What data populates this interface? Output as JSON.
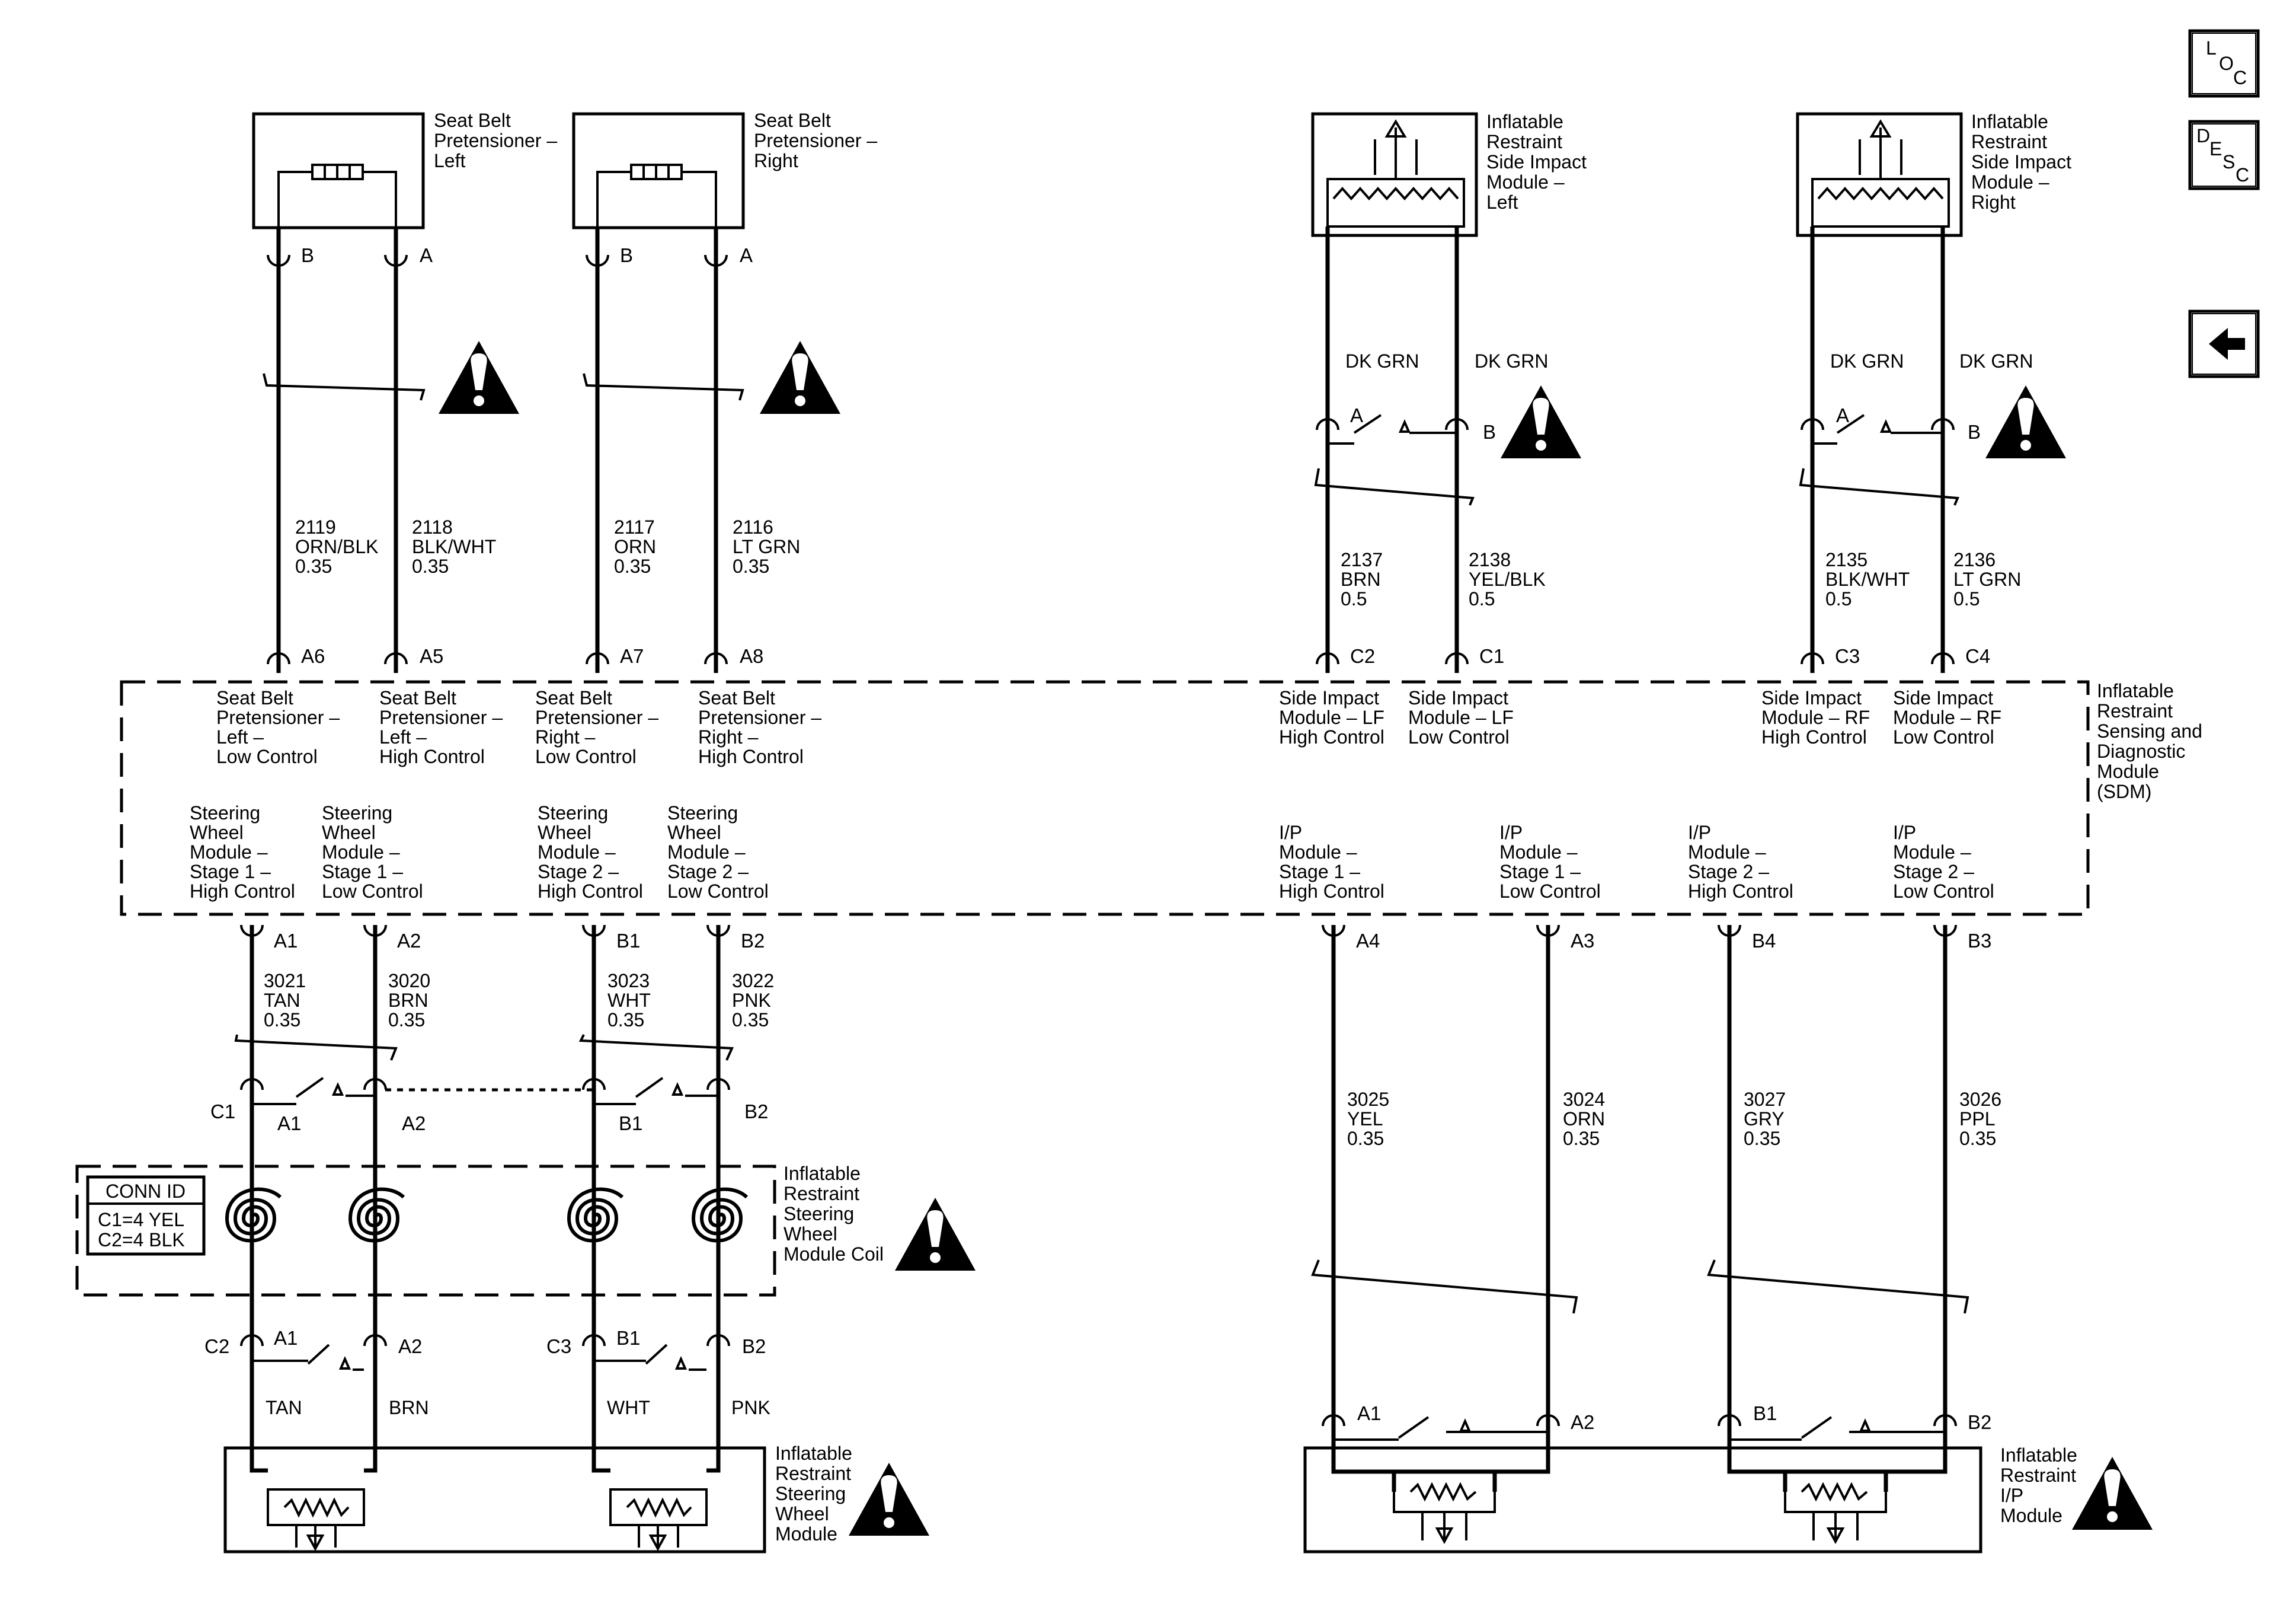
{
  "nav": {
    "loc": [
      "L",
      "O",
      "C"
    ],
    "desc": [
      "D",
      "E",
      "S",
      "C"
    ],
    "back_icon": "arrow-left-icon"
  },
  "components": {
    "pret_left": [
      "Seat Belt",
      "Pretensioner –",
      "Left"
    ],
    "pret_right": [
      "Seat Belt",
      "Pretensioner –",
      "Right"
    ],
    "side_left": [
      "Inflatable",
      "Restraint",
      "Side Impact",
      "Module –",
      "Left"
    ],
    "side_right": [
      "Inflatable",
      "Restraint",
      "Side Impact",
      "Module –",
      "Right"
    ],
    "sdm": [
      "Inflatable",
      "Restraint",
      "Sensing and",
      "Diagnostic",
      "Module",
      "(SDM)"
    ],
    "coil": [
      "Inflatable",
      "Restraint",
      "Steering",
      "Wheel",
      "Module Coil"
    ],
    "sw_module": [
      "Inflatable",
      "Restraint",
      "Steering",
      "Wheel",
      "Module"
    ],
    "ip_module": [
      "Inflatable",
      "Restraint",
      "I/P",
      "Module"
    ]
  },
  "conn_id": {
    "title": "CONN ID",
    "lines": [
      "C1=4 YEL",
      "C2=4 BLK"
    ]
  },
  "pins": {
    "pret_l_b": "B",
    "pret_l_a": "A",
    "pret_r_b": "B",
    "pret_r_a": "A",
    "sl_a": "A",
    "sl_b": "B",
    "sr_a": "A",
    "sr_b": "B",
    "a6": "A6",
    "a5": "A5",
    "a7": "A7",
    "a8": "A8",
    "c2_top": "C2",
    "c1_top": "C1",
    "c3_top": "C3",
    "c4_top": "C4",
    "a1": "A1",
    "a2": "A2",
    "b1": "B1",
    "b2": "B2",
    "a4": "A4",
    "a3": "A3",
    "b4": "B4",
    "b3": "B3",
    "c1_conn": "C1",
    "c1_a1": "A1",
    "c1_a2": "A2",
    "c1_b1": "B1",
    "c1_b2": "B2",
    "c2_conn": "C2",
    "c2_a1": "A1",
    "c2_a2": "A2",
    "c3_conn": "C3",
    "c3_b1": "B1",
    "c3_b2": "B2",
    "ip_a1": "A1",
    "ip_a2": "A2",
    "ip_b1": "B1",
    "ip_b2": "B2"
  },
  "wires": {
    "w2119": [
      "2119",
      "ORN/BLK",
      "0.35"
    ],
    "w2118": [
      "2118",
      "BLK/WHT",
      "0.35"
    ],
    "w2117": [
      "2117",
      "ORN",
      "0.35"
    ],
    "w2116": [
      "2116",
      "LT GRN",
      "0.35"
    ],
    "w2137": [
      "2137",
      "BRN",
      "0.5"
    ],
    "w2138": [
      "2138",
      "YEL/BLK",
      "0.5"
    ],
    "w2135": [
      "2135",
      "BLK/WHT",
      "0.5"
    ],
    "w2136": [
      "2136",
      "LT GRN",
      "0.5"
    ],
    "w3021": [
      "3021",
      "TAN",
      "0.35"
    ],
    "w3020": [
      "3020",
      "BRN",
      "0.35"
    ],
    "w3023": [
      "3023",
      "WHT",
      "0.35"
    ],
    "w3022": [
      "3022",
      "PNK",
      "0.35"
    ],
    "w3025": [
      "3025",
      "YEL",
      "0.35"
    ],
    "w3024": [
      "3024",
      "ORN",
      "0.35"
    ],
    "w3027": [
      "3027",
      "GRY",
      "0.35"
    ],
    "w3026": [
      "3026",
      "PPL",
      "0.35"
    ]
  },
  "colors": {
    "dkgrn_1": "DK GRN",
    "dkgrn_2": "DK GRN",
    "dkgrn_3": "DK GRN",
    "dkgrn_4": "DK GRN",
    "tan": "TAN",
    "brn": "BRN",
    "wht": "WHT",
    "pnk": "PNK"
  },
  "sdm_circuits": {
    "sb_l_low": [
      "Seat Belt",
      "Pretensioner –",
      "Left –",
      "Low Control"
    ],
    "sb_l_high": [
      "Seat Belt",
      "Pretensioner –",
      "Left –",
      "High Control"
    ],
    "sb_r_low": [
      "Seat Belt",
      "Pretensioner –",
      "Right –",
      "Low Control"
    ],
    "sb_r_high": [
      "Seat Belt",
      "Pretensioner –",
      "Right –",
      "High Control"
    ],
    "si_lf_high": [
      "Side Impact",
      "Module – LF",
      "High Control"
    ],
    "si_lf_low": [
      "Side Impact",
      "Module – LF",
      "Low Control"
    ],
    "si_rf_high": [
      "Side Impact",
      "Module – RF",
      "High Control"
    ],
    "si_rf_low": [
      "Side Impact",
      "Module – RF",
      "Low Control"
    ],
    "sw_s1_high": [
      "Steering",
      "Wheel",
      "Module –",
      "Stage 1 –",
      "High Control"
    ],
    "sw_s1_low": [
      "Steering",
      "Wheel",
      "Module –",
      "Stage 1 –",
      "Low Control"
    ],
    "sw_s2_high": [
      "Steering",
      "Wheel",
      "Module –",
      "Stage 2 –",
      "High Control"
    ],
    "sw_s2_low": [
      "Steering",
      "Wheel",
      "Module –",
      "Stage 2 –",
      "Low Control"
    ],
    "ip_s1_high": [
      "I/P",
      "Module –",
      "Stage 1 –",
      "High Control"
    ],
    "ip_s1_low": [
      "I/P",
      "Module –",
      "Stage 1 –",
      "Low Control"
    ],
    "ip_s2_high": [
      "I/P",
      "Module –",
      "Stage 2 –",
      "High Control"
    ],
    "ip_s2_low": [
      "I/P",
      "Module –",
      "Stage 2 –",
      "Low Control"
    ]
  }
}
